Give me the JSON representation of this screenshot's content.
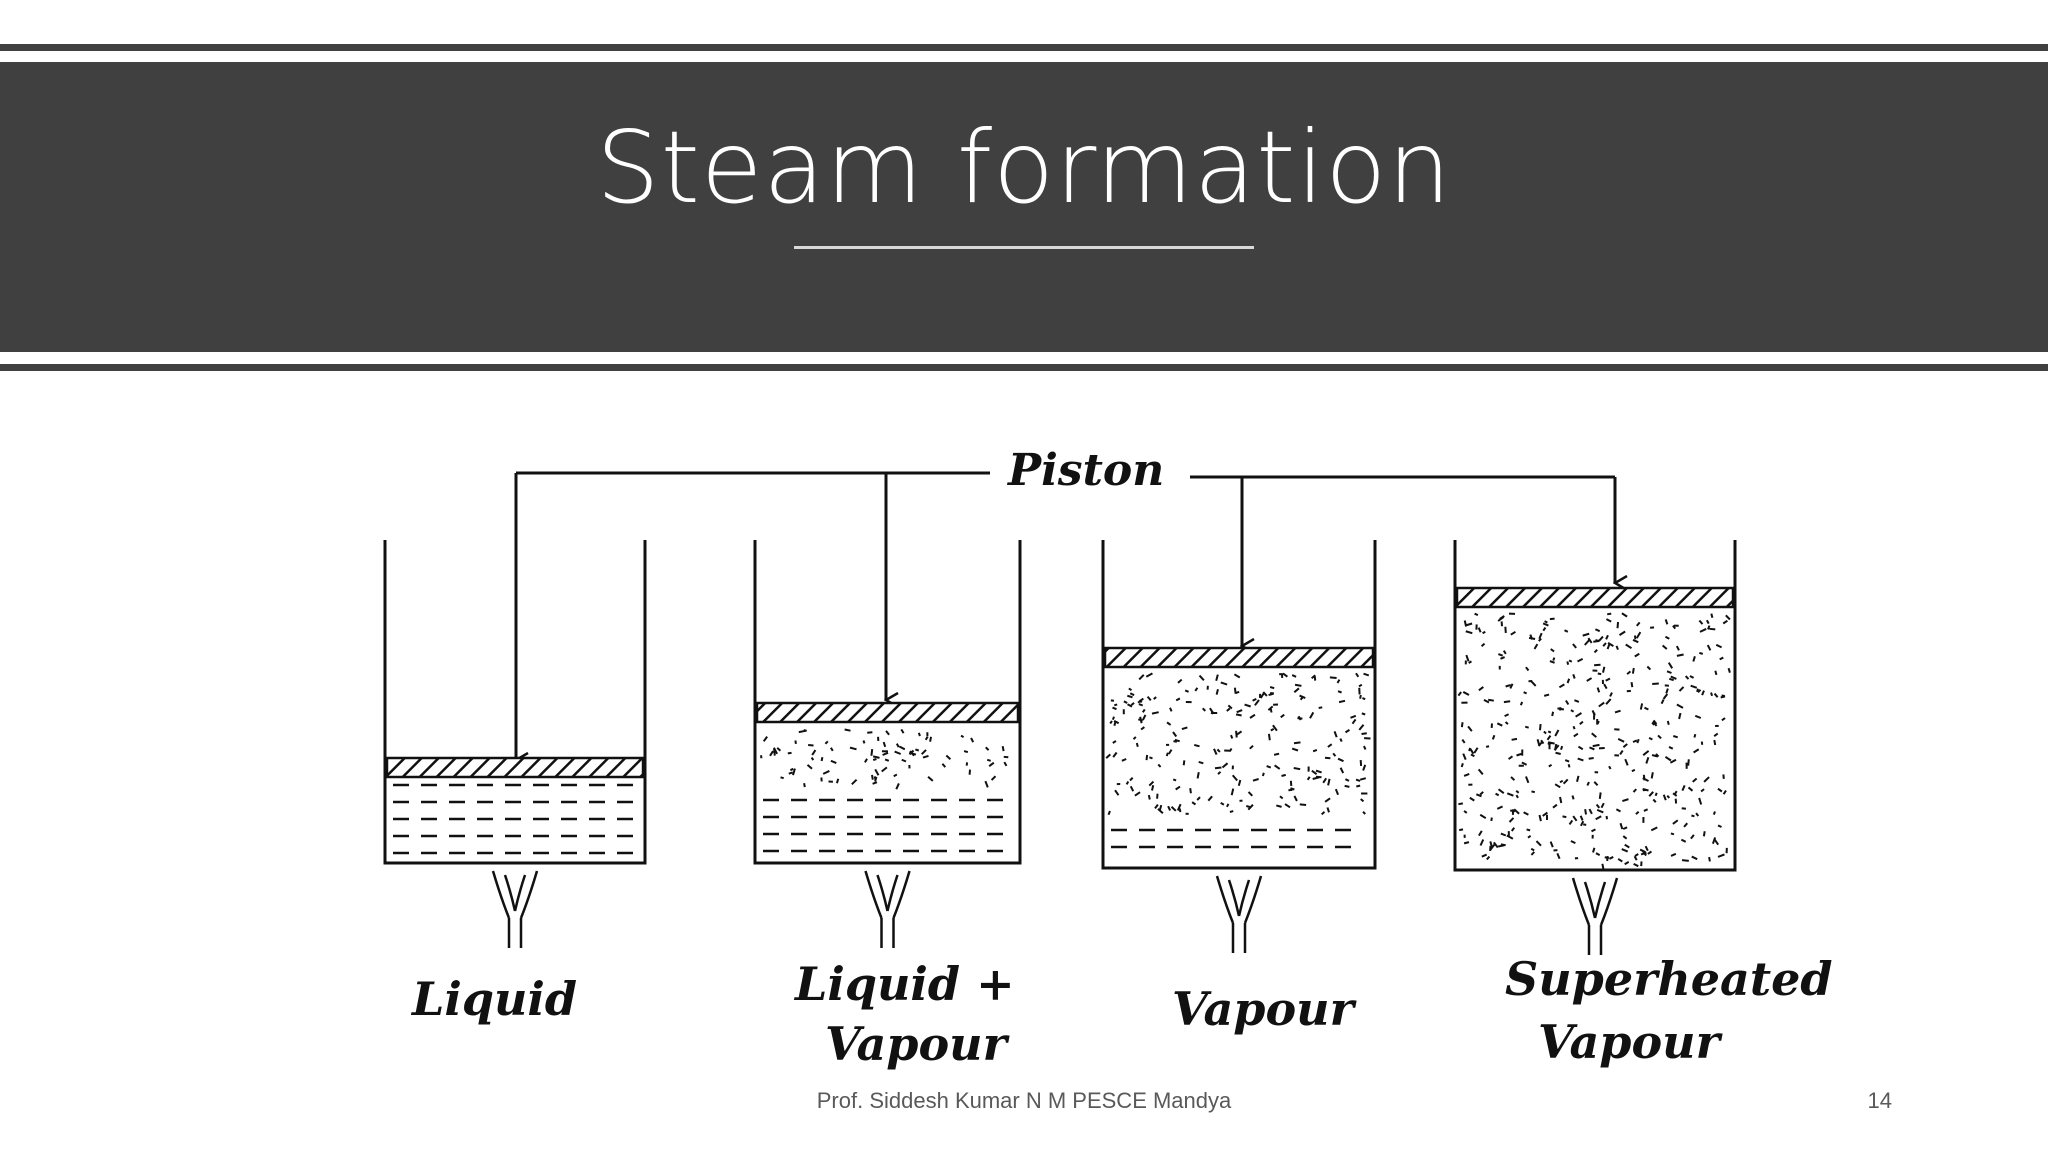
{
  "slide": {
    "title": "Steam formation",
    "footer": "Prof. Siddesh Kumar N M PESCE Mandya",
    "page_number": "14",
    "colors": {
      "band": "#404040",
      "title_text": "#ffffff",
      "ink": "#111111"
    }
  },
  "diagram": {
    "piston_label": "Piston",
    "stages": [
      {
        "label_lines": [
          "Liquid"
        ],
        "contents": "liquid"
      },
      {
        "label_lines": [
          "Liquid +",
          "Vapour"
        ],
        "contents": "liquid-and-vapour"
      },
      {
        "label_lines": [
          "Vapour"
        ],
        "contents": "vapour-with-little-liquid"
      },
      {
        "label_lines": [
          "Superheated",
          "Vapour"
        ],
        "contents": "superheated-vapour"
      }
    ]
  }
}
